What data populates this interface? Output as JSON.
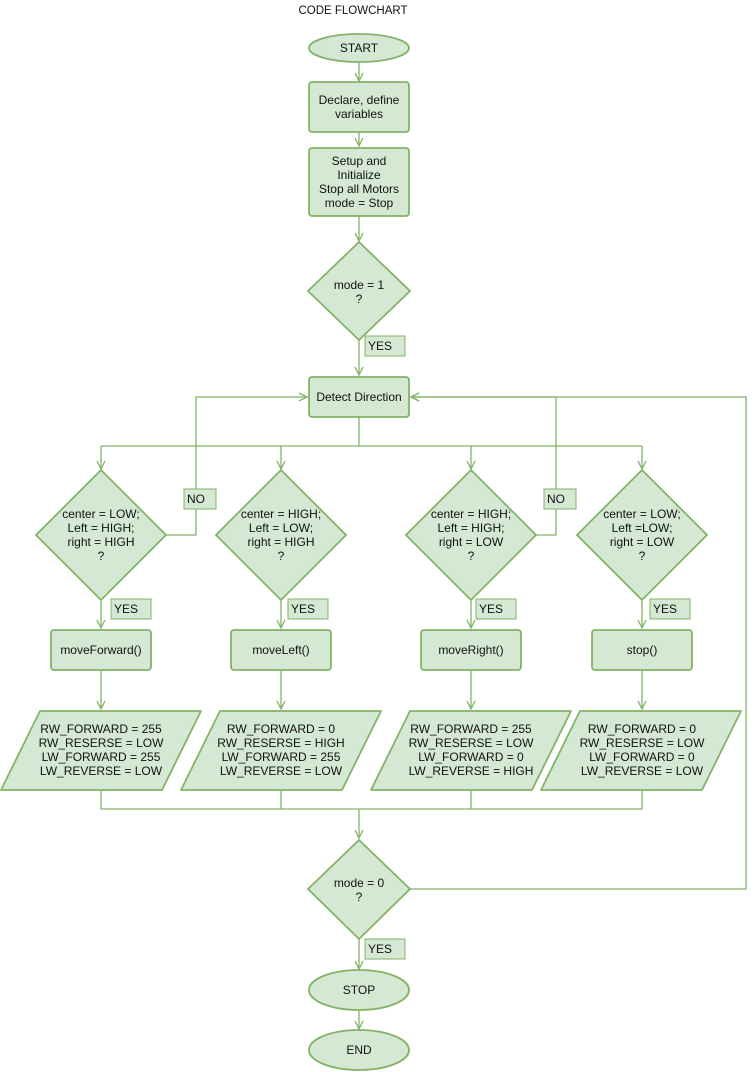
{
  "title": "CODE FLOWCHART",
  "colors": {
    "fill": "#d5e8d4",
    "stroke": "#82b366",
    "text": "#111111",
    "background": "#ffffff"
  },
  "nodes": {
    "start": [
      "START"
    ],
    "declare": [
      "Declare, define",
      "variables"
    ],
    "setup": [
      "Setup and",
      "Initialize",
      "Stop all Motors",
      "mode = Stop"
    ],
    "mode1": [
      "mode = 1",
      "?"
    ],
    "detect": [
      "Detect Direction"
    ],
    "cond_forward": [
      "center = LOW;",
      "Left = HIGH;",
      "right = HIGH",
      "?"
    ],
    "cond_left": [
      "center = HIGH;",
      "Left = LOW;",
      "right = HIGH",
      "?"
    ],
    "cond_right": [
      "center = HIGH;",
      "Left = HIGH;",
      "right = LOW",
      "?"
    ],
    "cond_stop": [
      "center = LOW;",
      "Left =LOW;",
      "right = LOW",
      "?"
    ],
    "move_forward": [
      "moveForward()"
    ],
    "move_left": [
      "moveLeft()"
    ],
    "move_right": [
      "moveRight()"
    ],
    "stop_fn": [
      "stop()"
    ],
    "out_forward": [
      "RW_FORWARD = 255",
      "RW_RESERSE = LOW",
      "LW_FORWARD = 255",
      "LW_REVERSE = LOW"
    ],
    "out_left": [
      "RW_FORWARD = 0",
      "RW_RESERSE = HIGH",
      "LW_FORWARD = 255",
      "LW_REVERSE = LOW"
    ],
    "out_right": [
      "RW_FORWARD = 255",
      "RW_RESERSE = LOW",
      "LW_FORWARD = 0",
      "LW_REVERSE = HIGH"
    ],
    "out_stop": [
      "RW_FORWARD = 0",
      "RW_RESERSE = LOW",
      "LW_FORWARD = 0",
      "LW_REVERSE = LOW"
    ],
    "mode0": [
      "mode = 0",
      "?"
    ],
    "stop_term": [
      "STOP"
    ],
    "end": [
      "END"
    ]
  },
  "labels": {
    "yes_mode1": "YES",
    "no_forward": "NO",
    "no_right": "NO",
    "yes_forward": "YES",
    "yes_left": "YES",
    "yes_right": "YES",
    "yes_stop": "YES",
    "yes_mode0": "YES"
  }
}
